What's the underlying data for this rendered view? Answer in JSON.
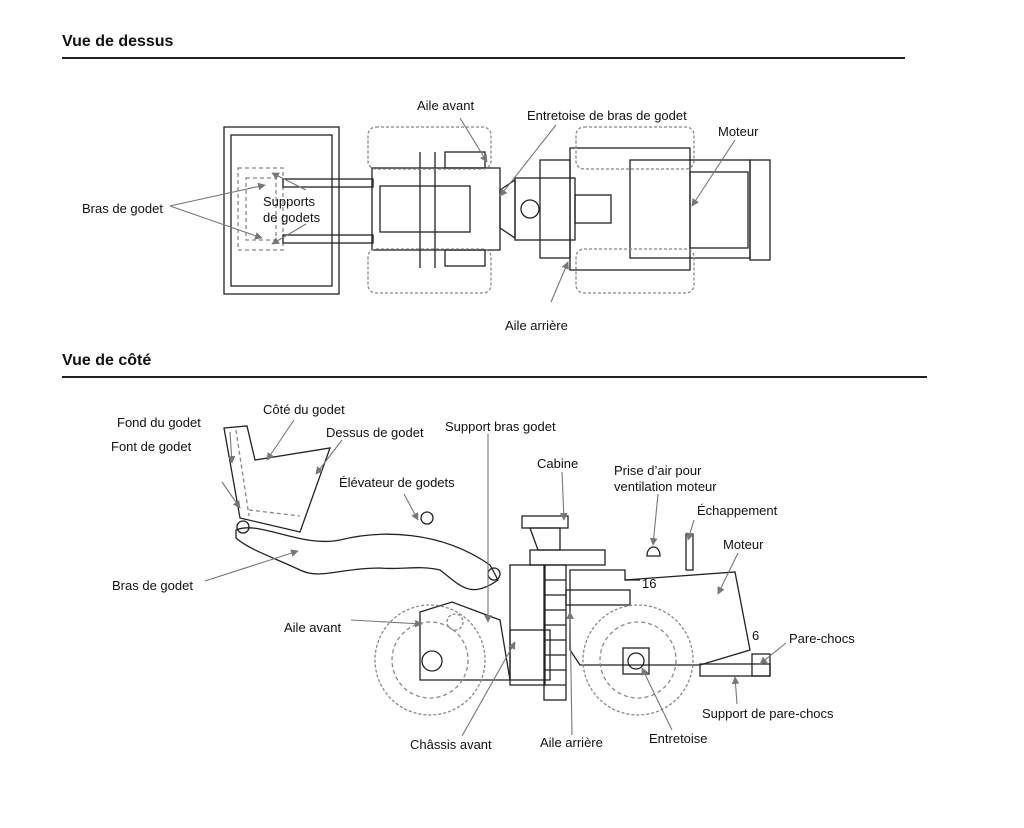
{
  "top_view": {
    "title": "Vue de dessus",
    "labels": {
      "aile_avant": "Aile avant",
      "entretoise_bras": "Entretoise de bras de godet",
      "moteur": "Moteur",
      "bras_de_godet": "Bras de godet",
      "supports_line1": "Supports",
      "supports_line2": "de godets",
      "aile_arriere": "Aile arrière"
    }
  },
  "side_view": {
    "title": "Vue de côté",
    "labels": {
      "fond_du_godet": "Fond du godet",
      "cote_du_godet": "Côté du godet",
      "dessus_de_godet": "Dessus de godet",
      "support_bras_godet": "Support bras godet",
      "font_de_godet": "Font de godet",
      "cabine": "Cabine",
      "prise_air_line1": "Prise d’air pour",
      "prise_air_line2": "ventilation moteur",
      "elevateur": "Élévateur de godets",
      "echappement": "Échappement",
      "moteur": "Moteur",
      "bras_de_godet": "Bras de godet",
      "num_16": "16",
      "num_6": "6",
      "aile_avant": "Aile avant",
      "pare_chocs": "Pare-chocs",
      "support_pare_chocs": "Support de pare-chocs",
      "chassis_avant": "Châssis avant",
      "aile_arriere": "Aile arrière",
      "entretoise": "Entretoise"
    }
  },
  "colors": {
    "line": "#222222",
    "leader": "#777777",
    "dashed": "#999999"
  }
}
